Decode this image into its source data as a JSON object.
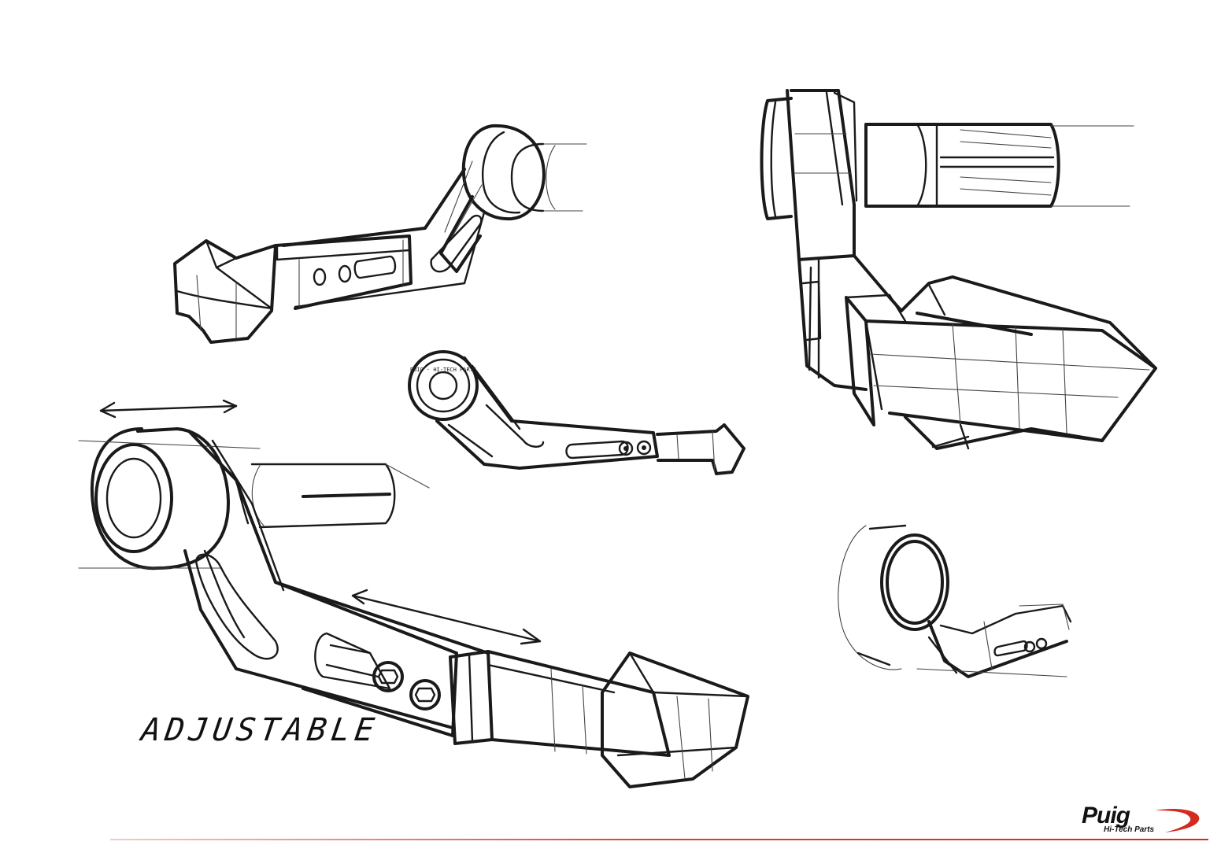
{
  "caption": "ADJUSTABLE",
  "brand": {
    "name": "Puig",
    "tagline": "Hi-Tech Parts",
    "accent_color": "#d42a1f"
  },
  "clamp_engraving": "PUIG · HI-TECH PARTS",
  "colors": {
    "ink": "#1a1a1a",
    "background": "#ffffff",
    "rule": "#d42a1f"
  }
}
